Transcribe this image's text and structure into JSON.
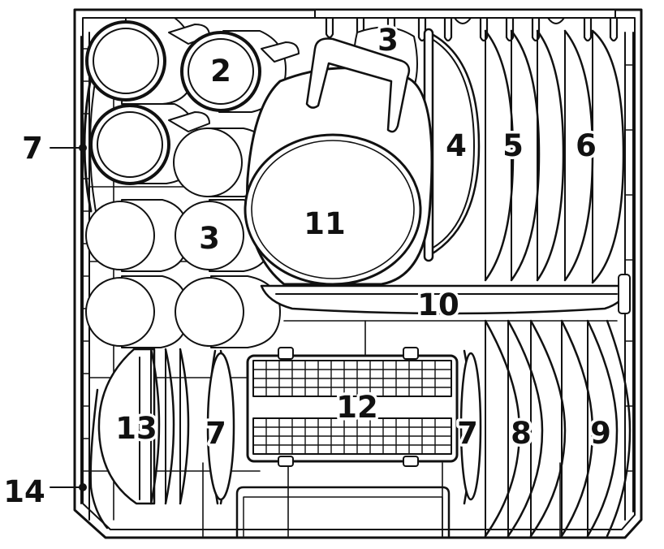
{
  "diagram": {
    "labels": [
      {
        "id": "label-2",
        "text": "2"
      },
      {
        "id": "label-3-top",
        "text": "3"
      },
      {
        "id": "label-3-mid",
        "text": "3"
      },
      {
        "id": "label-4",
        "text": "4"
      },
      {
        "id": "label-5",
        "text": "5"
      },
      {
        "id": "label-6",
        "text": "6"
      },
      {
        "id": "label-7-left",
        "text": "7"
      },
      {
        "id": "label-7-center",
        "text": "7"
      },
      {
        "id": "label-7-right",
        "text": "7"
      },
      {
        "id": "label-8",
        "text": "8"
      },
      {
        "id": "label-9",
        "text": "9"
      },
      {
        "id": "label-10",
        "text": "10"
      },
      {
        "id": "label-11",
        "text": "11"
      },
      {
        "id": "label-12",
        "text": "12"
      },
      {
        "id": "label-13",
        "text": "13"
      },
      {
        "id": "label-14",
        "text": "14"
      }
    ]
  },
  "colors": {
    "line": "#111111",
    "fill": "#ffffff"
  }
}
